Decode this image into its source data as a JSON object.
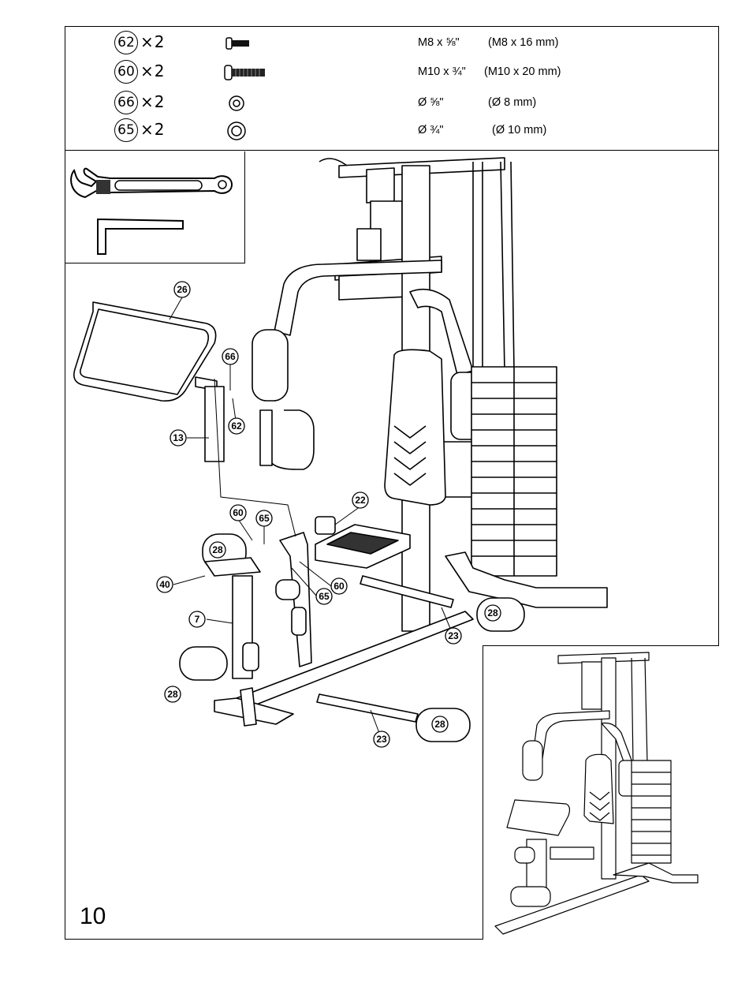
{
  "hardware": [
    {
      "part": "62",
      "qty": "×2",
      "icon": "short-bolt-icon",
      "imperial": "M8 x ⅝\"",
      "metric": "(M8 x 16 mm)"
    },
    {
      "part": "60",
      "qty": "×2",
      "icon": "long-bolt-icon",
      "imperial": "M10 x ¾\"",
      "metric": "(M10 x 20 mm)"
    },
    {
      "part": "66",
      "qty": "×2",
      "icon": "small-washer-icon",
      "imperial": "Ø ⅝\"",
      "metric": "(Ø 8 mm)"
    },
    {
      "part": "65",
      "qty": "×2",
      "icon": "large-washer-icon",
      "imperial": "Ø ¾\"",
      "metric": "(Ø 10 mm)"
    }
  ],
  "tools": [
    "wrench-icon",
    "hex-key-icon"
  ],
  "callouts": {
    "seat_pad": "26",
    "washer_66": "66",
    "bolt_62": "62",
    "seat_post": "13",
    "footrest": "22",
    "bolt_60_top": "60",
    "washer_65_top": "65",
    "roller_left_upper": "28",
    "bracket_40": "40",
    "bolt_60_mid": "60",
    "washer_65_mid": "65",
    "leg_tube": "7",
    "roller_right": "28",
    "rod_upper": "23",
    "roller_left_lower": "28",
    "rod_lower": "23",
    "roller_front": "28"
  },
  "page_number": "10"
}
